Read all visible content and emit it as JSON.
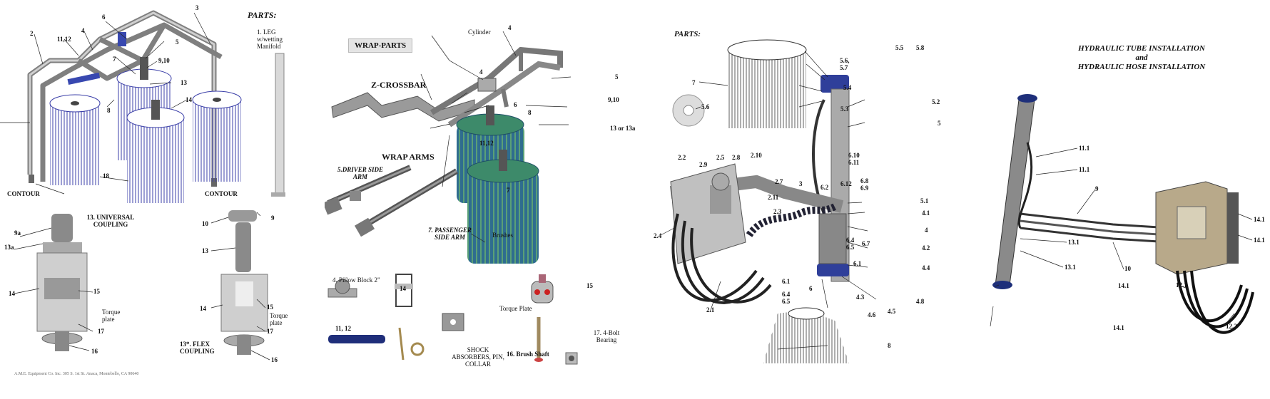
{
  "panel1": {
    "parts_title": "PARTS:",
    "leg_label": "1. LEG w/wetting Manifold",
    "contour_left": "CONTOUR",
    "contour_right": "CONTOUR",
    "universal_coupling": "13. UNIVERSAL COUPLING",
    "flex_coupling": "13*. FLEX COUPLING",
    "torque_plate_1": "Torque plate",
    "torque_plate_2": "Torque plate",
    "footer_text": "A.M.E. Equipment Co. Inc. 305 S. 1st St. Anaca, Montebello, CA 90640",
    "callouts": [
      "2",
      "11,12",
      "4",
      "6",
      "3",
      "5",
      "7",
      "9,10",
      "13",
      "8",
      "14",
      "18",
      "9a",
      "13a",
      "14",
      "15",
      "17",
      "16",
      "10",
      "9",
      "13",
      "14",
      "15",
      "17",
      "16"
    ]
  },
  "panel2": {
    "banner": "WRAP-PARTS",
    "z_crossbar": "Z-CROSSBAR",
    "wrap_arms": "WRAP ARMS",
    "driver_arm": "5.DRIVER SIDE ARM",
    "passenger_arm": "7. PASSENGER SIDE ARM",
    "cylinder": "Cylinder",
    "brushes": "Brushes",
    "pillow_block": "4. Pillow Block 2\"",
    "torque_plate": "Torque Plate",
    "shock": "SHOCK ABSORBERS, PIN, COLLAR",
    "brush_shaft": "16. Brush Shaft",
    "bearing": "17. 4-Bolt Bearing",
    "callouts": [
      "4",
      "4",
      "5",
      "6",
      "8",
      "9,10",
      "13 or 13a",
      "11,12",
      "7",
      "14",
      "15",
      "11, 12"
    ]
  },
  "panel3": {
    "parts_title": "PARTS:",
    "callouts": [
      "7",
      "5.6",
      "5.5",
      "5.8",
      "5.6, 5.7",
      "5.4",
      "5.3",
      "5.2",
      "5",
      "2.2",
      "2.5",
      "2.8",
      "2.10",
      "2.9",
      "2.7",
      "2.11",
      "2.3",
      "3",
      "6.2",
      "6.12",
      "6.10",
      "6.11",
      "6.8",
      "6.9",
      "5.1",
      "4.1",
      "4",
      "4.2",
      "4.4",
      "2.4",
      "6.4",
      "6.5",
      "6.1",
      "6",
      "6.7",
      "6.1",
      "6.4",
      "6.5",
      "2.1",
      "4.3",
      "4.6",
      "4.5",
      "4.8",
      "8"
    ]
  },
  "panel4": {
    "title_line1": "HYDRAULIC TUBE INSTALLATION",
    "title_line2": "and",
    "title_line3": "HYDRAULIC HOSE INSTALLATION",
    "callouts": [
      "11.1",
      "11.1",
      "9",
      "14.1",
      "14.1",
      "13.1",
      "13.1",
      "10",
      "12.1",
      "14.1",
      "14.1",
      "12.2"
    ]
  }
}
